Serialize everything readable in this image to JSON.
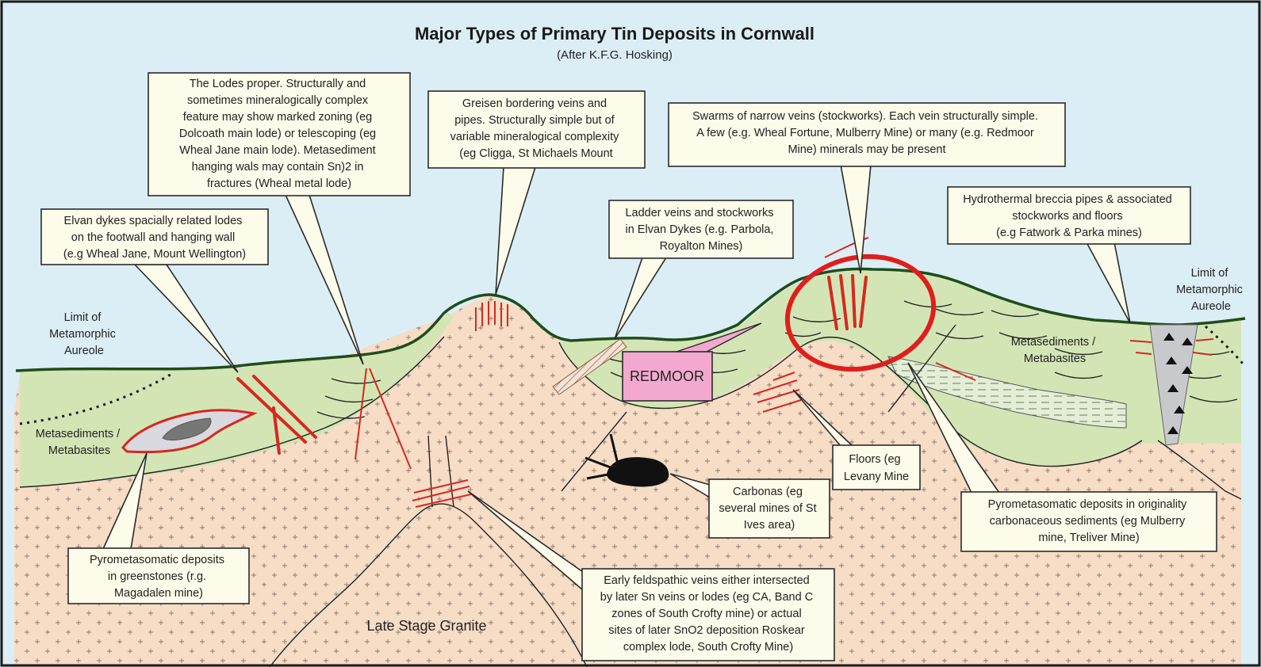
{
  "diagram": {
    "title": "Major Types of Primary Tin Deposits in Cornwall",
    "subtitle": "(After K.F.G. Hosking)",
    "colors": {
      "sky": "#dbeef6",
      "metasediments": "#d3e5b5",
      "granite": "#f7dcc6",
      "vein": "#d6281f",
      "redmoor_box": "#f3a9cf",
      "breccia_pipe": "#c7c9cd",
      "callout_fill": "#fdfbe9"
    },
    "callouts": {
      "lodes": [
        "The Lodes proper.  Structurally and",
        "sometimes mineralogically complex",
        "feature may show marked zoning (eg",
        "Dolcoath main lode) or telescoping (eg",
        "Wheal Jane main lode).  Metasediment",
        "hanging wals may contain Sn)2 in",
        "fractures (Wheal metal lode)"
      ],
      "greisen": [
        "Greisen bordering veins and",
        "pipes.  Structurally simple but of",
        "variable mineralogical complexity",
        "(eg Cligga, St Michaels Mount"
      ],
      "swarms": [
        "Swarms of narrow veins (stockworks).  Each vein structurally simple.",
        "A few (e.g. Wheal Fortune, Mulberry Mine) or many (e.g. Redmoor",
        "Mine) minerals may be present"
      ],
      "elvan": [
        "Elvan dykes spacially related lodes",
        "on the footwall and hanging wall",
        "(e.g Wheal Jane, Mount Wellington)"
      ],
      "ladder": [
        "Ladder veins and stockworks",
        "in Elvan Dykes (e.g. Parbola,",
        "Royalton Mines)"
      ],
      "breccia": [
        "Hydrothermal breccia pipes & associated",
        "stockworks and floors",
        "(e.g Fatwork & Parka mines)"
      ],
      "floors": [
        "Floors (eg",
        "Levany Mine"
      ],
      "carbonas": [
        "Carbonas (eg",
        "several mines of St",
        "Ives area)"
      ],
      "pyro_carb": [
        "Pyrometasomatic deposits in originality",
        "carbonaceous sediments (eg Mulberry",
        "mine, Treliver Mine)"
      ],
      "pyro_green": [
        "Pyrometasomatic deposits",
        "in greenstones (r.g.",
        "Magadalen mine)"
      ],
      "feldspathic": [
        "Early feldspathic veins either intersected",
        "by later Sn veins or lodes (eg CA, Band C",
        "zones of South Crofty mine) or actual",
        "sites of later SnO2 deposition Roskear",
        "complex lode, South Crofty Mine)"
      ]
    },
    "labels": {
      "limit_left": [
        "Limit of",
        "Metamorphic",
        "Aureole"
      ],
      "limit_right": [
        "Limit of",
        "Metamorphic",
        "Aureole"
      ],
      "metased_left": [
        "Metasediments /",
        "Metabasites"
      ],
      "metased_right": [
        "Metasediments /",
        "Metabasites"
      ],
      "redmoor": "REDMOOR",
      "granite": "Late Stage Granite"
    }
  }
}
